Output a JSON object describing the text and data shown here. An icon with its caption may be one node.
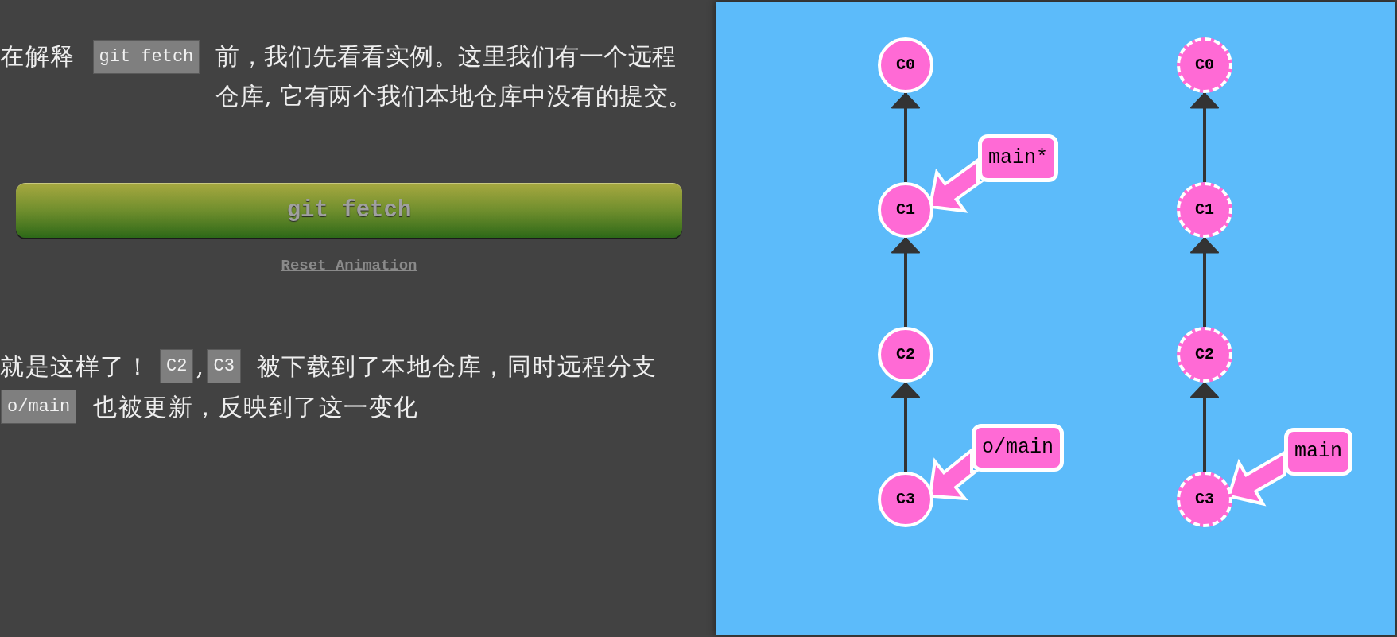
{
  "diagram": {
    "nodes": [
      {
        "text": [
          "git fetch"
        ]
      },
      {
        "text": [
          "git fetch"
        ]
      },
      {
        "text": [
          "C2"
        ]
      },
      {
        "text": [
          "C3"
        ]
      },
      {
        "text": [
          "o/main"
        ]
      },
      {
        "text": [
          "C0"
        ]
      },
      {
        "text": [
          "C1"
        ]
      },
      {
        "text": [
          "C2"
        ]
      },
      {
        "text": [
          "C3"
        ]
      },
      {
        "text": [
          "main*"
        ]
      },
      {
        "text": [
          "o/main"
        ]
      },
      {
        "text": [
          "C0"
        ]
      },
      {
        "text": [
          "C1"
        ]
      },
      {
        "text": [
          "C2"
        ]
      },
      {
        "text": [
          "C3"
        ]
      },
      {
        "text": [
          "main"
        ]
      }
    ],
    "edges": [
      {
        "from": 6,
        "to": 5,
        "arrow": "to"
      },
      {
        "from": 7,
        "to": 6,
        "arrow": "to"
      },
      {
        "from": 8,
        "to": 7,
        "arrow": "to"
      },
      {
        "from": 9,
        "to": 6,
        "arrow": "to",
        "style": "thick",
        "color": "#ff6ad5"
      },
      {
        "from": 10,
        "to": 8,
        "arrow": "to",
        "style": "thick",
        "color": "#ff6ad5"
      },
      {
        "from": 12,
        "to": 11,
        "arrow": "to"
      },
      {
        "from": 13,
        "to": 12,
        "arrow": "to"
      },
      {
        "from": 14,
        "to": 13,
        "arrow": "to"
      },
      {
        "from": 15,
        "to": 14,
        "arrow": "to",
        "style": "thick",
        "color": "#ff6ad5"
      }
    ],
    "labels": [
      "在解释",
      "前，我们先看看实例。这里我们有一个远程仓库, 它有两个我们本地仓库中没有的提交。",
      "Reset Animation",
      "就是这样了！",
      ",",
      "被下载到了本地仓库，同时远程分支",
      "也被更新，反映到了这一变化"
    ]
  }
}
